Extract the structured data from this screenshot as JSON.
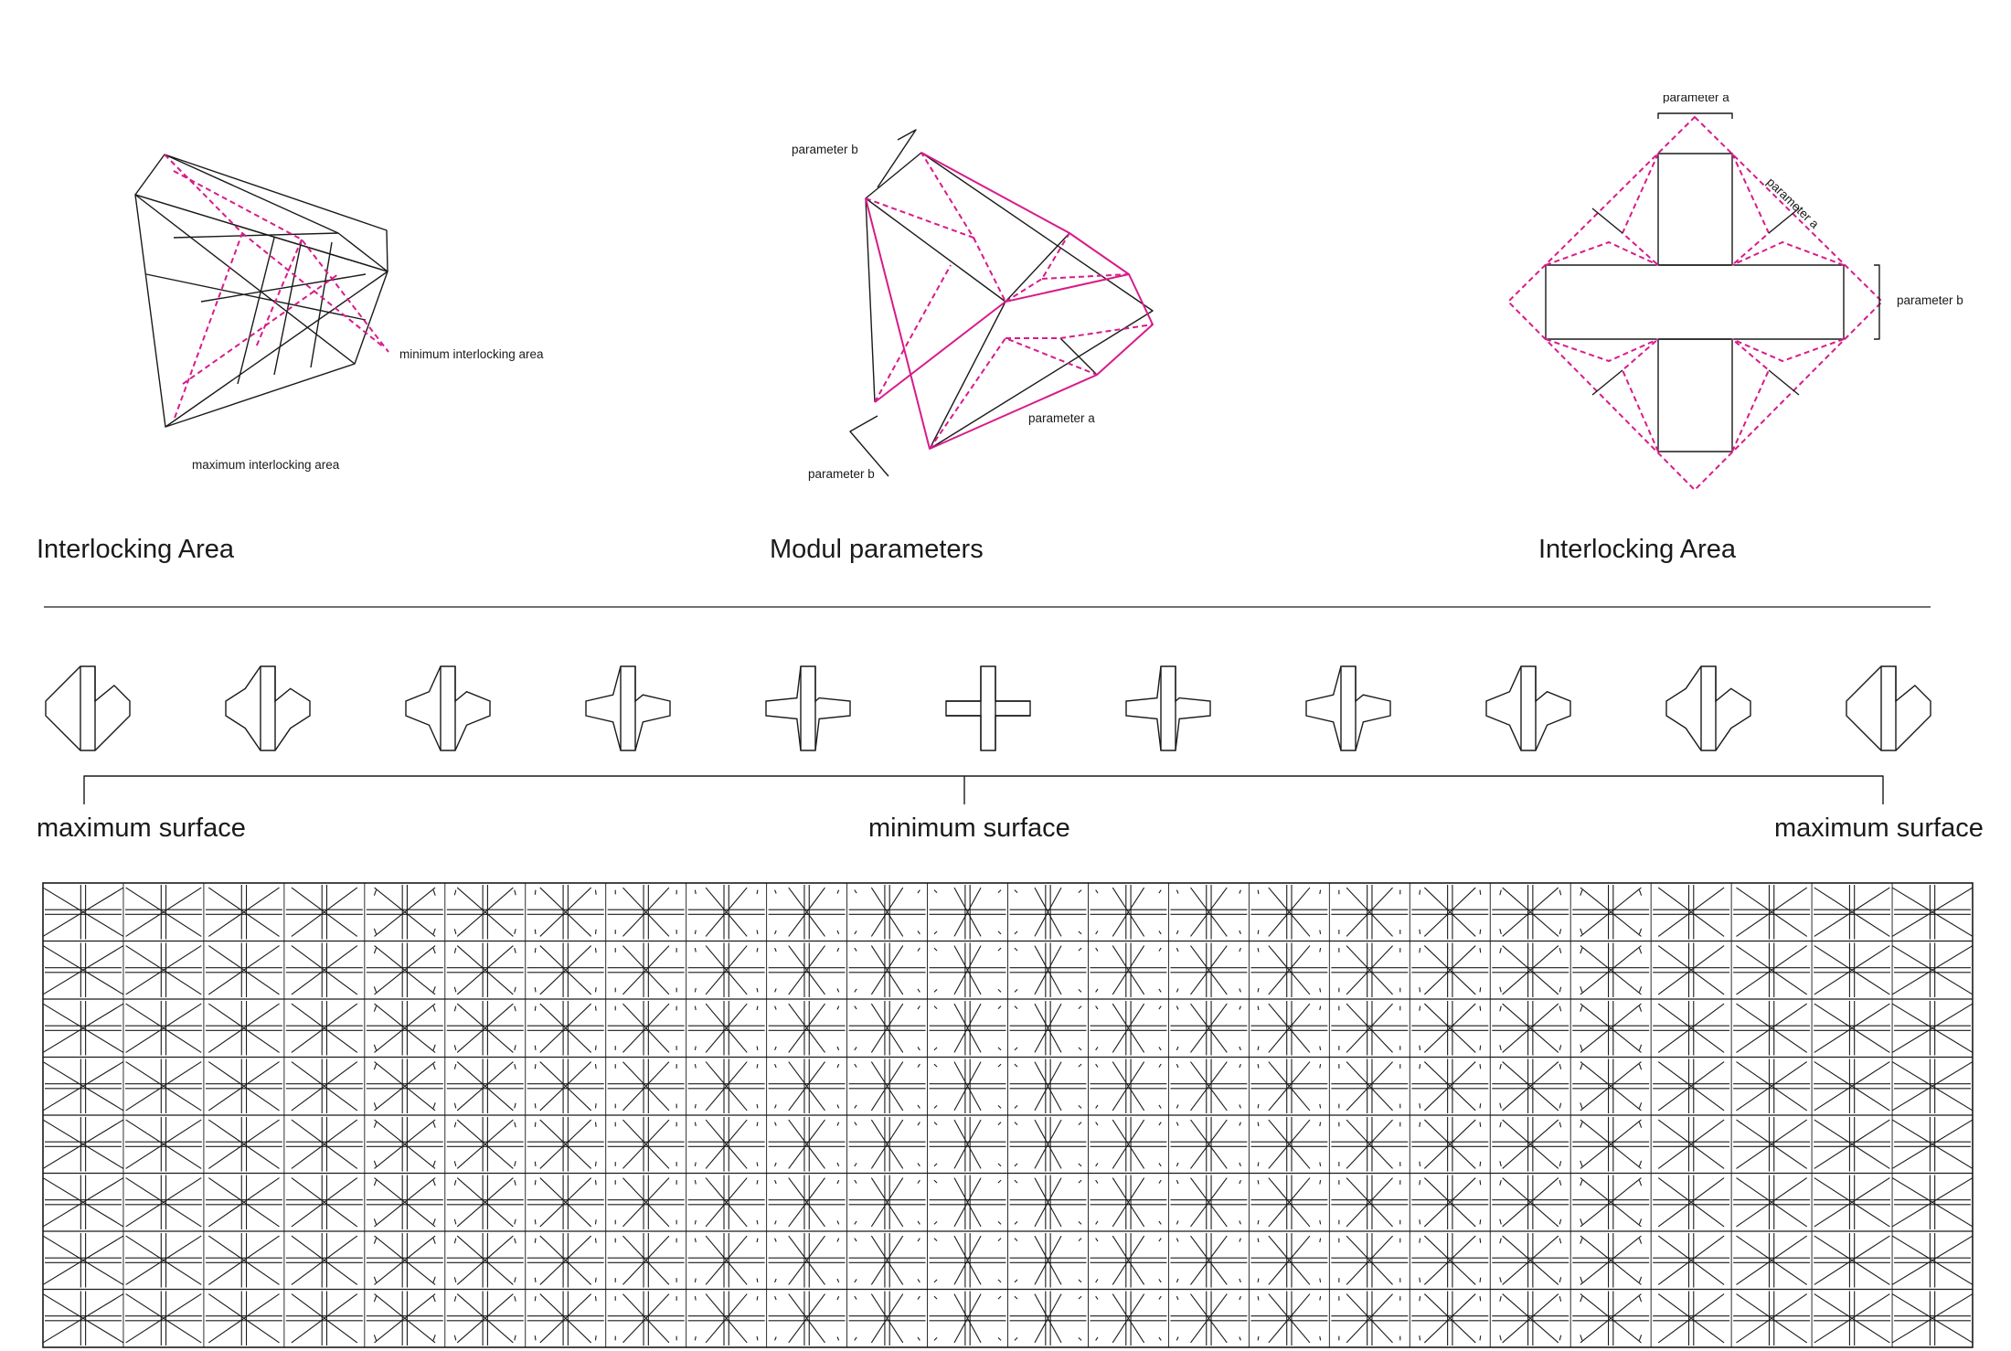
{
  "colors": {
    "ink": "#1a1a1a",
    "accent": "#d81b8a",
    "background": "#ffffff"
  },
  "captions": {
    "left": "Interlocking Area",
    "center": "Modul parameters",
    "right": "Interlocking Area"
  },
  "annotations": {
    "min_area": "minimum interlocking area",
    "max_area": "maximum interlocking area",
    "param_b_top": "parameter b",
    "param_b_bottom": "parameter b",
    "param_a_center": "parameter a",
    "param_a_right": "parameter a",
    "param_b_right": "parameter b",
    "param_top_cut": "parameter a"
  },
  "surface_scale": {
    "left": "maximum surface",
    "middle": "minimum surface",
    "right": "maximum surface",
    "module_count": 11
  }
}
